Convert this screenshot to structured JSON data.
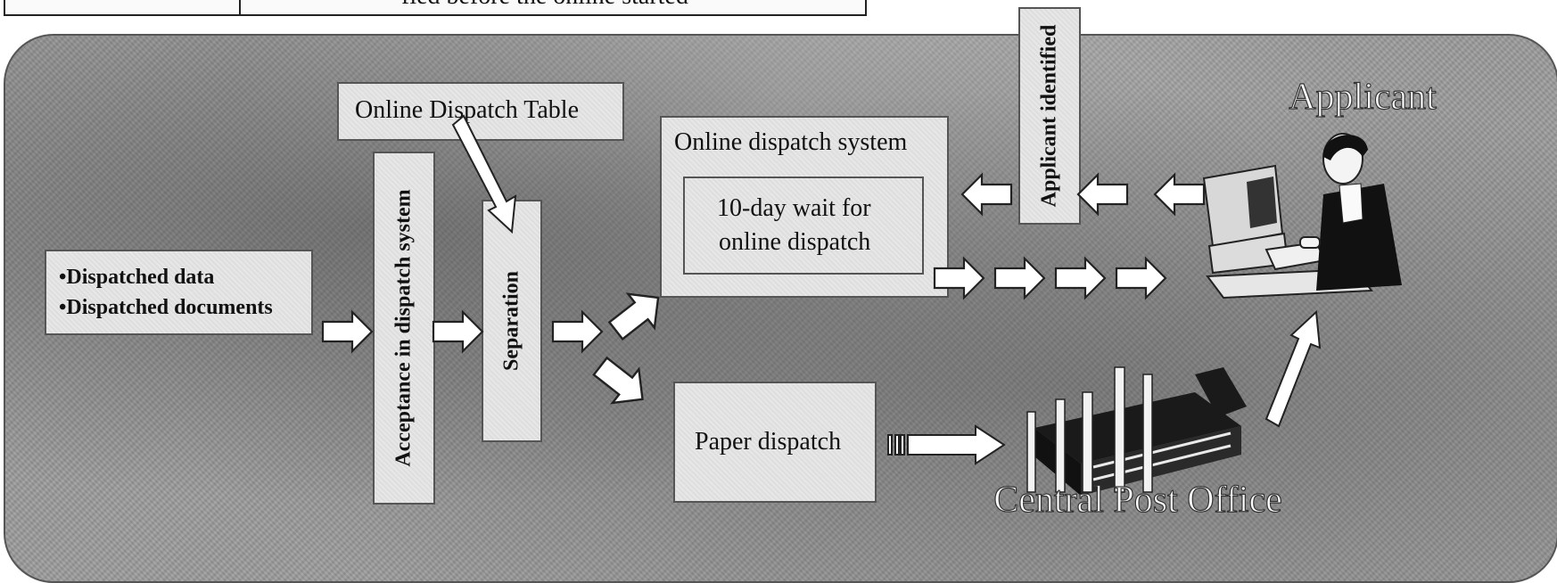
{
  "header_fragment": {
    "text": "fied before the online started"
  },
  "labels": {
    "dispatched_data": "•Dispatched data",
    "dispatched_documents": "•Dispatched documents",
    "acceptance": "Acceptance in dispatch system",
    "separation": "Separation",
    "online_dispatch_table": "Online Dispatch Table",
    "online_dispatch_system": "Online dispatch system",
    "wait_line1": "10-day wait for",
    "wait_line2": "online dispatch",
    "paper_dispatch": "Paper dispatch",
    "applicant_identified": "Applicant identified",
    "applicant": "Applicant",
    "central_post_office": "Central Post Office"
  },
  "icons": [
    "person-at-computer-icon",
    "post-office-building-icon",
    "block-arrow-icon"
  ],
  "colors": {
    "panel": "#9c9c9c",
    "box": "#e6e6e6",
    "arrow_fill": "#ffffff",
    "outline": "#222222"
  }
}
